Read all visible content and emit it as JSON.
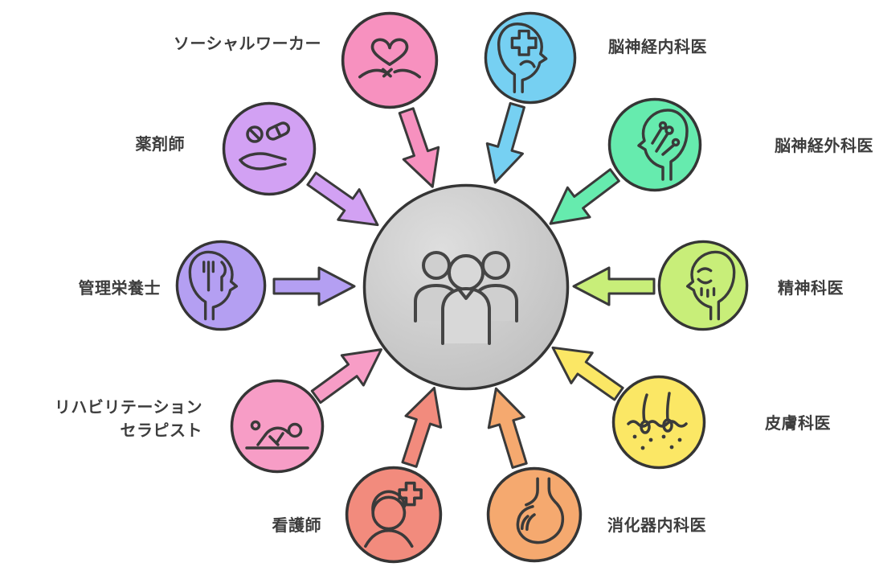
{
  "diagram": {
    "center": {
      "icon": "care-team-icon",
      "fill_top": "#dedede",
      "fill_bottom": "#bcbcbc",
      "outline_color": "#353535"
    },
    "spokes": [
      {
        "label": "ソーシャルワーカー",
        "color": "#f791bf",
        "icon": "heart-handshake-icon"
      },
      {
        "label": "脳神経内科医",
        "color": "#76d0f2",
        "icon": "head-cross-icon"
      },
      {
        "label": "脳神経外科医",
        "color": "#66ebae",
        "icon": "head-circuit-icon"
      },
      {
        "label": "精神科医",
        "color": "#c8ee79",
        "icon": "head-mood-icon"
      },
      {
        "label": "皮膚科医",
        "color": "#fbe765",
        "icon": "skin-hair-icon"
      },
      {
        "label": "消化器内科医",
        "color": "#f5a96f",
        "icon": "stomach-icon"
      },
      {
        "label": "看護師",
        "color": "#f28b7d",
        "icon": "nurse-cross-icon"
      },
      {
        "label_lines": [
          "リハビリテーション",
          "セラピスト"
        ],
        "color": "#f79dc6",
        "icon": "exercise-icon"
      },
      {
        "label": "管理栄養士",
        "color": "#b49ff2",
        "icon": "head-cutlery-icon"
      },
      {
        "label": "薬剤師",
        "color": "#d2a1f3",
        "icon": "hand-pills-icon"
      }
    ]
  }
}
